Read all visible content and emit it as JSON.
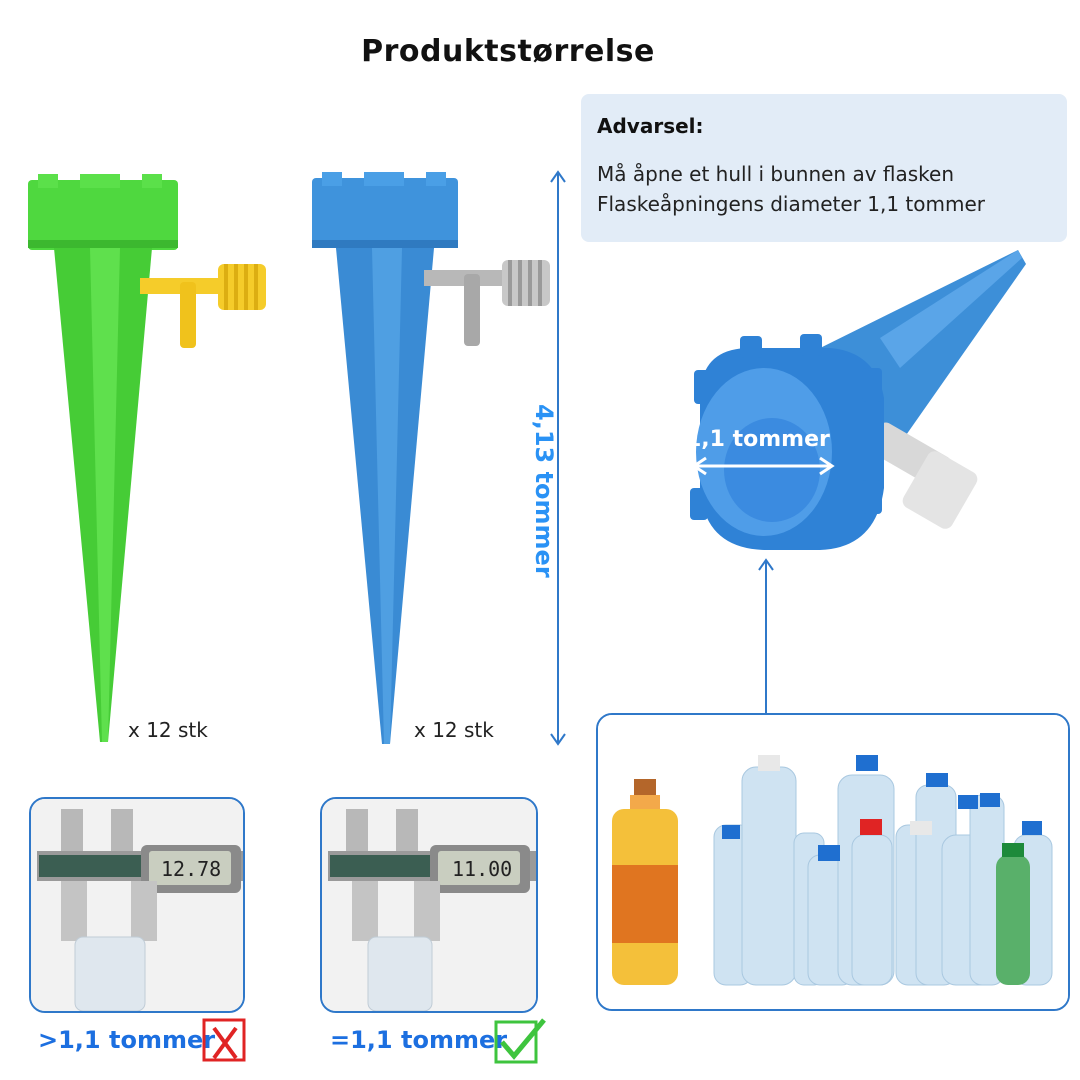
{
  "title": "Produktstørrelse",
  "warning": {
    "title": "Advarsel:",
    "line1": "Må åpne et hull i bunnen av flasken",
    "line2": "Flaskeåpningens diameter 1,1 tommer"
  },
  "products": [
    {
      "color": "green",
      "quantity": "x 12 stk"
    },
    {
      "color": "blue",
      "quantity": "x 12 stk"
    }
  ],
  "height_label": "4,13 tommer",
  "diameter_label": "1,1 tommer",
  "calipers": [
    {
      "reading": "12.78",
      "result": ">1,1 tommer",
      "status": "cross-icon"
    },
    {
      "reading": "11.00",
      "result": "=1,1 tommer",
      "status": "check-icon"
    }
  ],
  "colors": {
    "accent": "#2a92f5",
    "green_spike": "#4cd63c",
    "blue_spike": "#3a8fd8",
    "cross": "#e02424",
    "check": "#3ec43e"
  }
}
